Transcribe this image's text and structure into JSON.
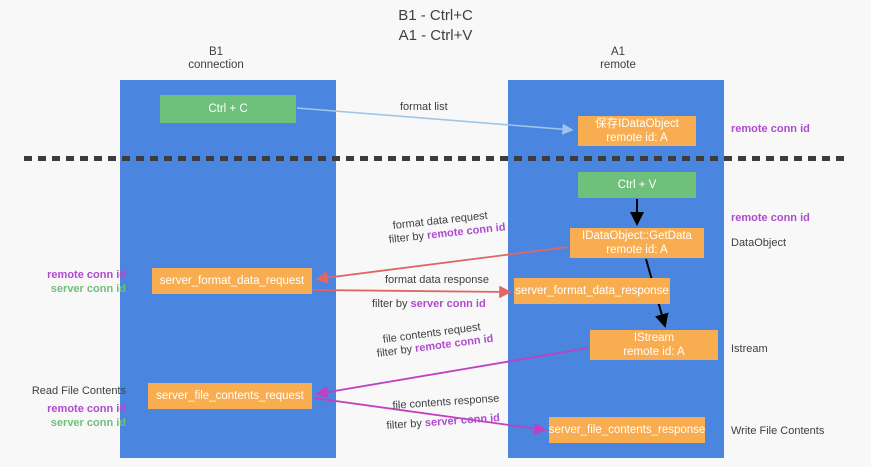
{
  "title": "B1 - Ctrl+C\nA1 - Ctrl+V",
  "colors": {
    "lane": "#4a86e0",
    "green_box": "#6fc07a",
    "orange_box": "#f9ad51",
    "purple_label": "#b04ad0",
    "green_label": "#6fc07a",
    "red_arrow": "#e06666",
    "magenta_arrow": "#c040c0",
    "blue_arrow": "#9fc5e8",
    "black_arrow": "#000000",
    "divider": "#3c3c3c",
    "background": "#f8f8f8"
  },
  "columns": {
    "left": {
      "name": "B1",
      "role": "connection",
      "header": "B1\nconnection"
    },
    "right": {
      "name": "A1",
      "role": "remote",
      "header": "A1\nremote"
    }
  },
  "boxes": {
    "ctrl_c": "Ctrl + C",
    "save_idataobject": "保存IDataObject\nremote id: A",
    "ctrl_v": "Ctrl + V",
    "getdata": "IDataObject::GetData\nremote id: A",
    "server_format_data_request": "server_format_data_request",
    "server_format_data_response": "server_format_data_response",
    "istream": "IStream\nremote id: A",
    "server_file_contents_request": "server_file_contents_request",
    "server_file_contents_response": "server_file_contents_response"
  },
  "edges": {
    "format_list": "format list",
    "format_data_request": "format data request",
    "format_data_request_filter_prefix": "filter by ",
    "format_data_request_filter_value": "remote conn id",
    "format_data_response": "format data response",
    "format_data_response_filter_prefix": "filter by ",
    "format_data_response_filter_value": "server conn id",
    "file_contents_request": "file contents request",
    "file_contents_request_filter_prefix": "filter by ",
    "file_contents_request_filter_value": "remote conn id",
    "file_contents_response": "file contents response",
    "file_contents_response_filter_prefix": "filter by ",
    "file_contents_response_filter_value": "server conn id"
  },
  "annotations": {
    "right_remote_conn_id_top": "remote conn id",
    "right_remote_conn_id_mid": "remote conn id",
    "dataobject": "DataObject",
    "istream": "Istream",
    "write_file_contents": "Write File Contents",
    "read_file_contents": "Read File Contents",
    "left_remote_conn_id_1": "remote conn id",
    "left_server_conn_id_1": "server conn id",
    "left_remote_conn_id_2": "remote conn id",
    "left_server_conn_id_2": "server conn id"
  }
}
